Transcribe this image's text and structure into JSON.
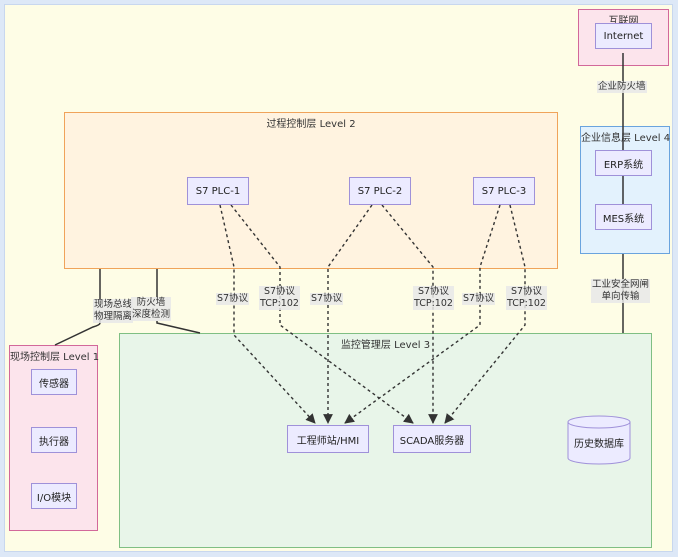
{
  "clusters": {
    "internet": "互联网",
    "level4": "企业信息层 Level 4",
    "level2": "过程控制层 Level 2",
    "level3": "监控管理层 Level 3",
    "level1": "现场控制层 Level 1"
  },
  "nodes": {
    "internet": "Internet",
    "erp": "ERP系统",
    "mes": "MES系统",
    "plc1": "S7 PLC-1",
    "plc2": "S7 PLC-2",
    "plc3": "S7 PLC-3",
    "hmi": "工程师站/HMI",
    "scada": "SCADA服务器",
    "historian": "历史数据库",
    "sensor": "传感器",
    "actuator": "执行器",
    "io": "I/O模块"
  },
  "edge_labels": {
    "enterprise_firewall": "企业防火墙",
    "gateway_line1": "工业安全网闸",
    "gateway_line2": "单向传输",
    "fieldbus_line1": "现场总线",
    "fieldbus_line2": "物理隔离",
    "firewall_line1": "防火墙",
    "firewall_line2": "深度检测",
    "s7_a": "S7协议",
    "s7tcp_a_line1": "S7协议",
    "s7tcp_a_line2": "TCP:102",
    "s7_b": "S7协议",
    "s7tcp_b_line1": "S7协议",
    "s7tcp_b_line2": "TCP:102",
    "s7_c": "S7协议",
    "s7tcp_c_line1": "S7协议",
    "s7tcp_c_line2": "TCP:102"
  },
  "colors": {
    "internet_bg": "#fce4ec",
    "internet_border": "#c2185b",
    "level4_bg": "#e3f2fd",
    "level4_border": "#1976d2",
    "level2_bg": "#fff3e0",
    "level2_border": "#f57c00",
    "level3_bg": "#e8f5e9",
    "level3_border": "#388e3c",
    "level1_bg": "#fce4ec",
    "level1_border": "#c2185b"
  }
}
